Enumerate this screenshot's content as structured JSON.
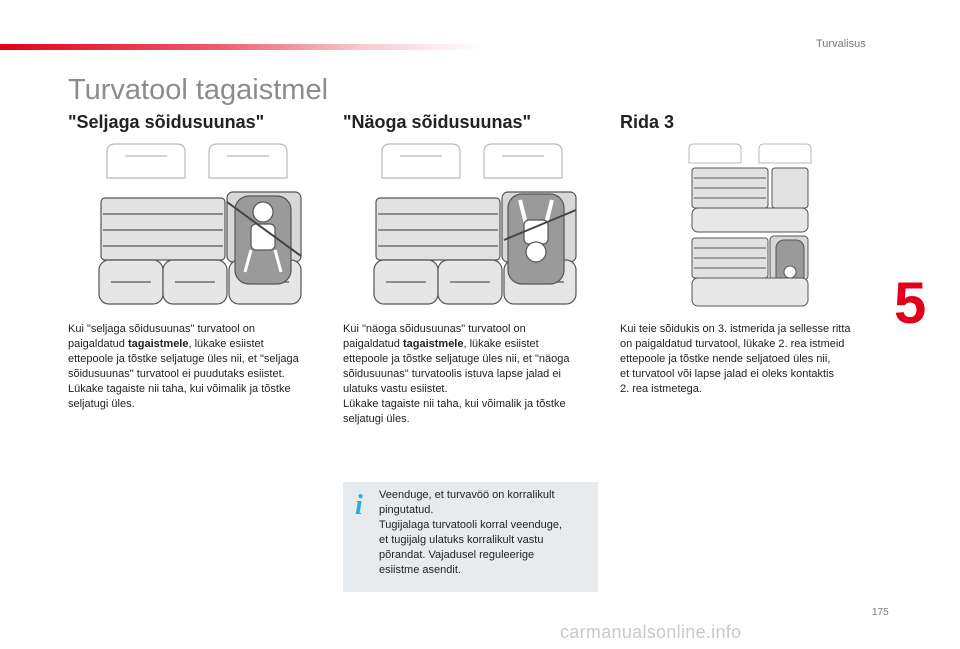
{
  "header": {
    "section": "Turvalisus"
  },
  "page": {
    "title": "Turvatool tagaistmel",
    "number": "175",
    "chapter": "5"
  },
  "columns": [
    {
      "heading": "\"Seljaga sõidusuunas\"",
      "text_lines": [
        "Kui \"seljaga sõidusuunas\" turvatool on",
        "paigaldatud ",
        "tagaistmele",
        ", lükake esiistet",
        "ettepoole ja tõstke seljatuge üles nii, et \"seljaga",
        "sõidusuunas\" turvatool ei puudutaks esiistet.",
        "Lükake tagaiste nii taha, kui võimalik ja tõstke",
        "seljatugi üles."
      ]
    },
    {
      "heading": "\"Näoga sõidusuunas\"",
      "text_lines": [
        "Kui \"näoga sõidusuunas\" turvatool on",
        "paigaldatud ",
        "tagaistmele",
        ", lükake esiistet",
        "ettepoole ja tõstke seljatuge üles nii, et \"näoga",
        "sõidusuunas\" turvatoolis istuva lapse jalad ei",
        "ulatuks vastu esiistet.",
        "Lükake tagaiste nii taha, kui võimalik ja tõstke",
        "seljatugi üles."
      ]
    },
    {
      "heading": "Rida 3",
      "text_lines": [
        "Kui teie sõidukis on 3. istmerida ja sellesse ritta",
        "on paigaldatud turvatool, lükake 2. rea istmeid",
        "ettepoole ja tõstke nende seljatoed üles nii,",
        "et turvatool või lapse jalad ei oleks kontaktis",
        "2. rea istmetega."
      ]
    }
  ],
  "info_box": {
    "icon": "info-icon",
    "lines": [
      "Veenduge, et turvavöö on korralikult",
      "pingutatud.",
      "Tugijalaga turvatooli korral veenduge,",
      "et tugijalg ulatuks korralikult vastu",
      "põrandat. Vajadusel reguleerige",
      "esiistme asendit."
    ]
  },
  "watermark": "carmanualsonline.info",
  "colors": {
    "accent": "#e2001a",
    "info_icon": "#29abe2",
    "info_bg": "#e8ebee"
  }
}
